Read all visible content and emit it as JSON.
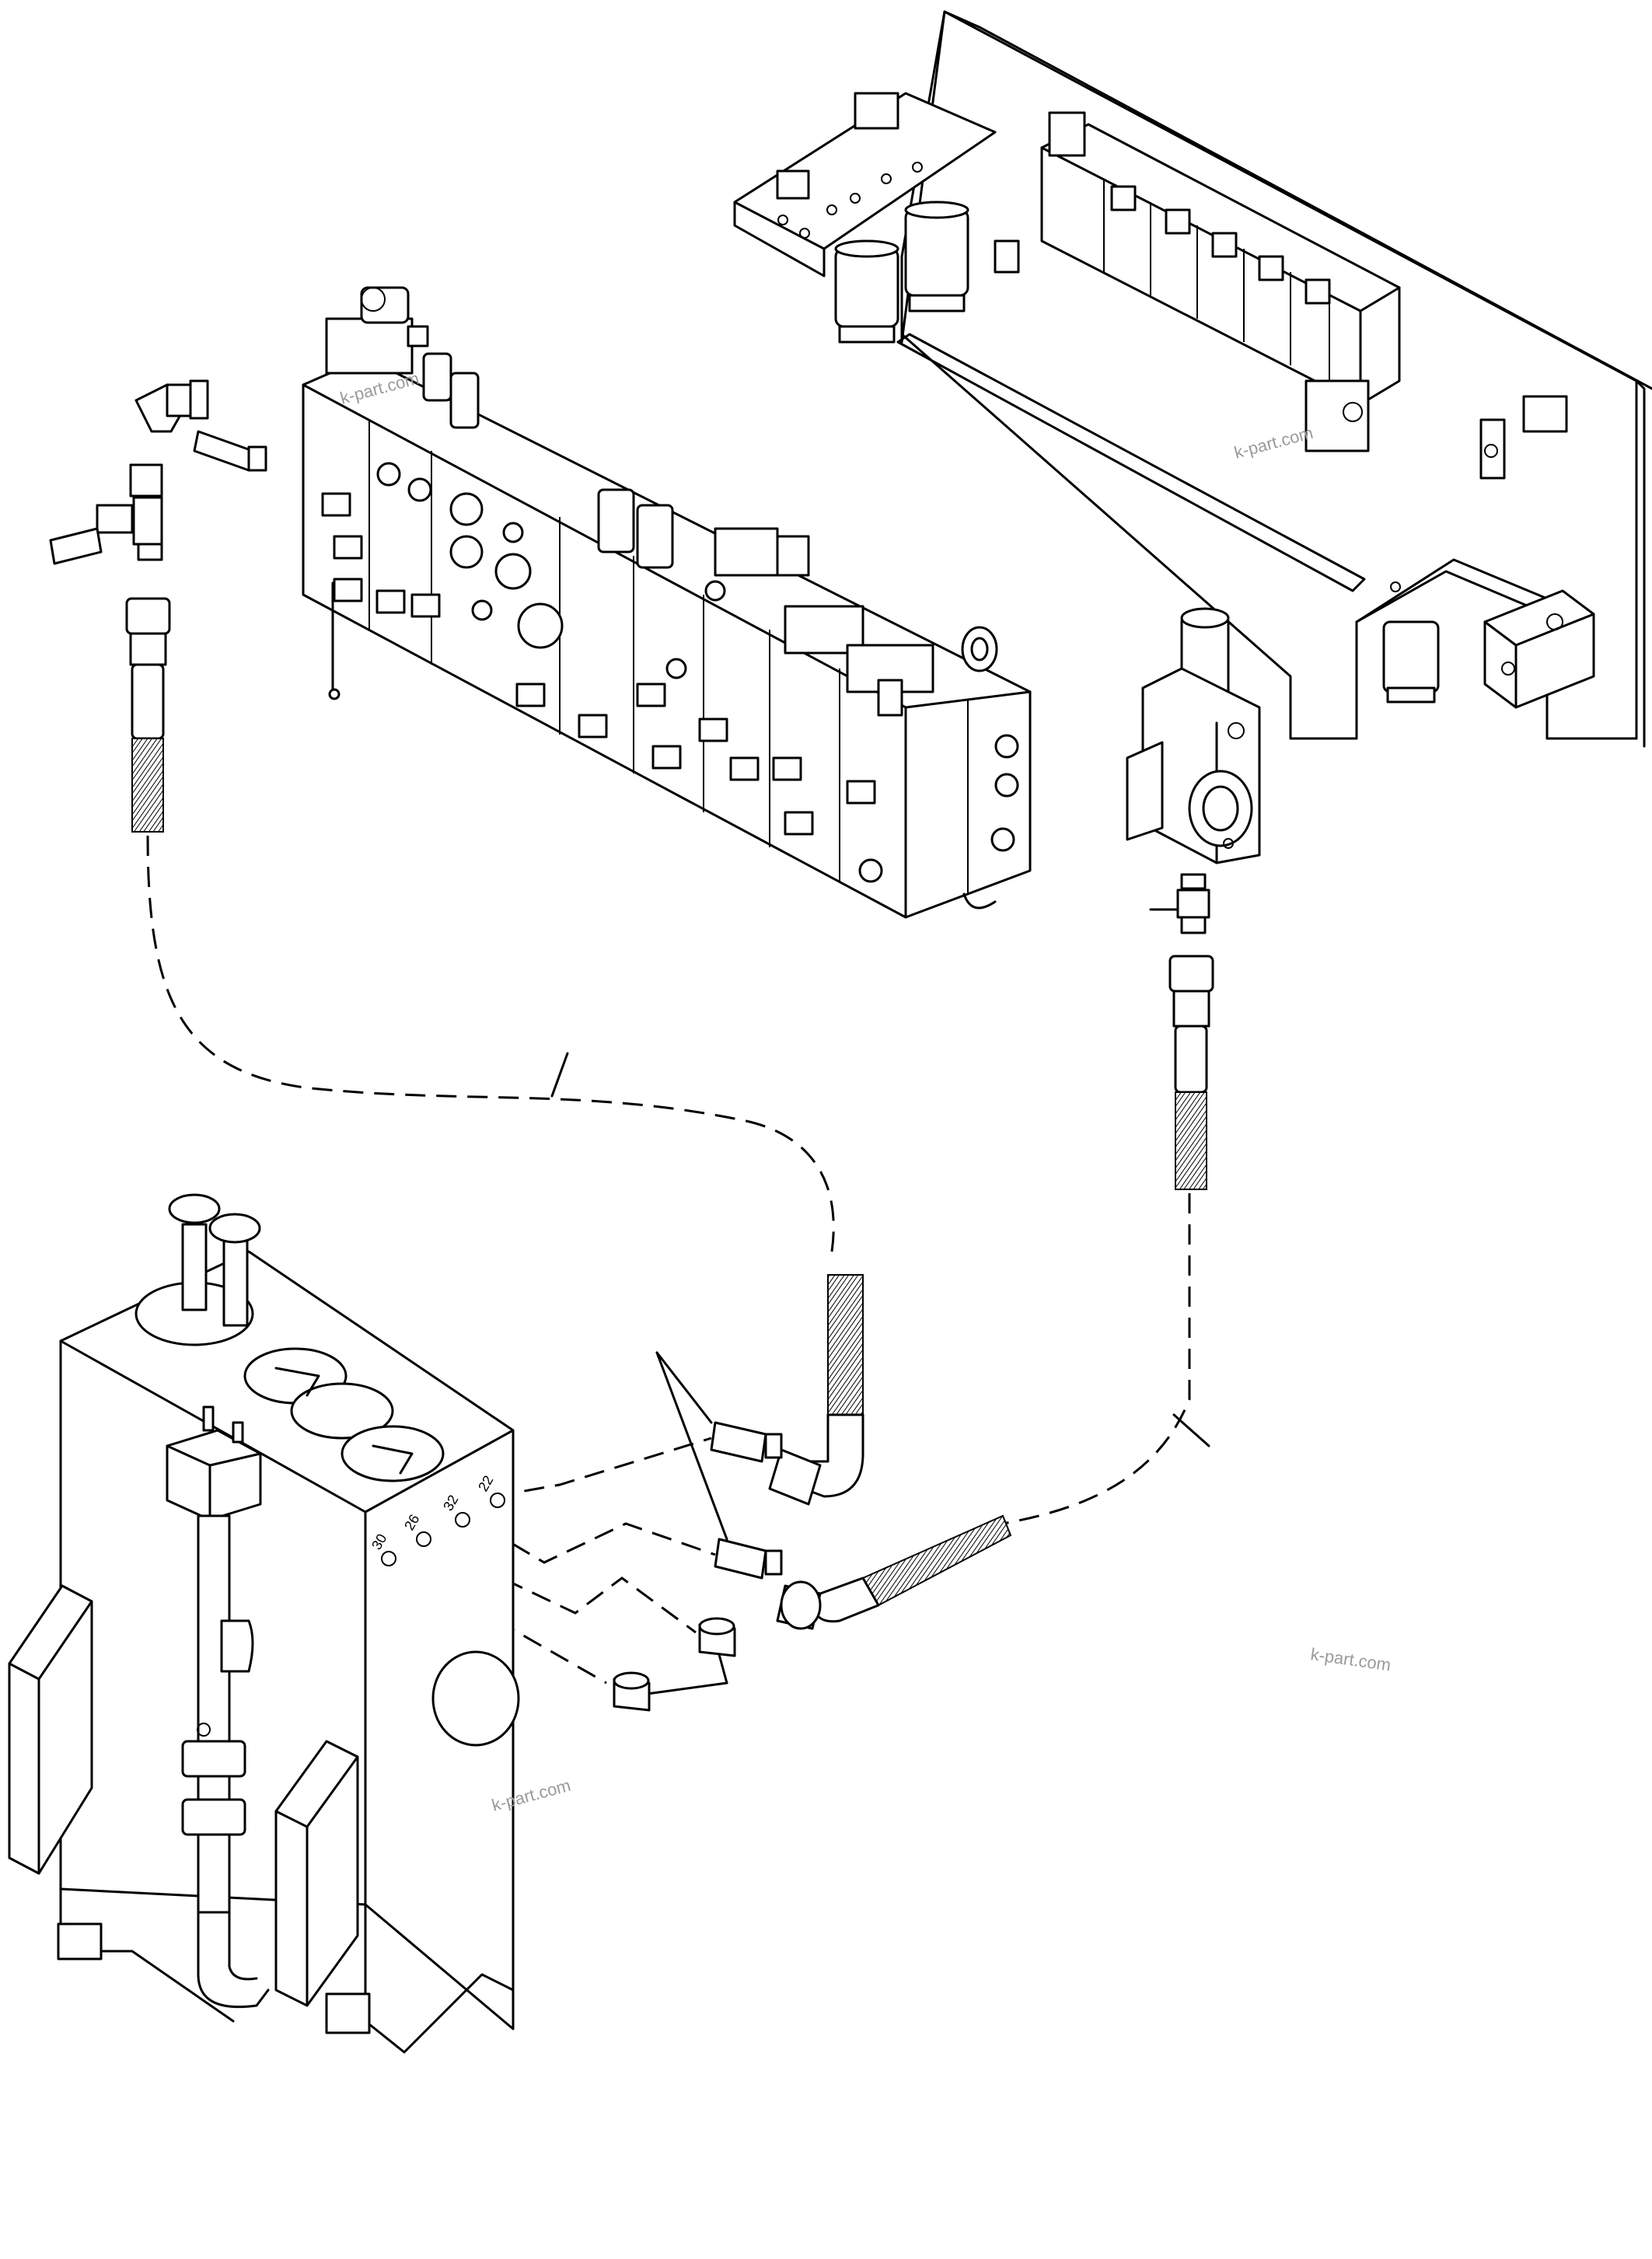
{
  "watermarks": [
    "k-part.com",
    "k-part.com",
    "k-part.com",
    "k-part.com"
  ],
  "tank_ports": [
    "30",
    "26",
    "32",
    "22"
  ],
  "colors": {
    "line": "#000000",
    "background": "#ffffff",
    "watermark": "#9a9a9a"
  }
}
